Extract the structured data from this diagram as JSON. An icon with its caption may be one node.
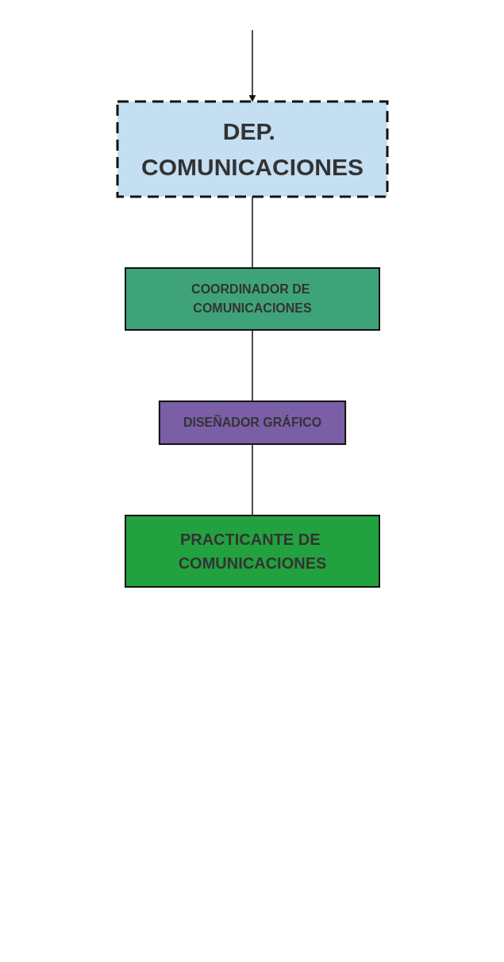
{
  "diagram": {
    "nodes": [
      {
        "text": [
          "DEP. COMUNICACIONES"
        ]
      },
      {
        "text": [
          "COORDINADOR DE COMUNICACIONES"
        ]
      },
      {
        "text": [
          "DISEÑADOR GRÁFICO"
        ]
      },
      {
        "text": [
          "PRACTICANTE DE COMUNICACIONES"
        ]
      }
    ],
    "edges": [
      {
        "from": null,
        "to": 0,
        "arrow": "to"
      },
      {
        "from": 0,
        "to": 1,
        "arrow": "none"
      },
      {
        "from": 1,
        "to": 2,
        "arrow": "none"
      },
      {
        "from": 2,
        "to": 3,
        "arrow": "none"
      }
    ]
  }
}
